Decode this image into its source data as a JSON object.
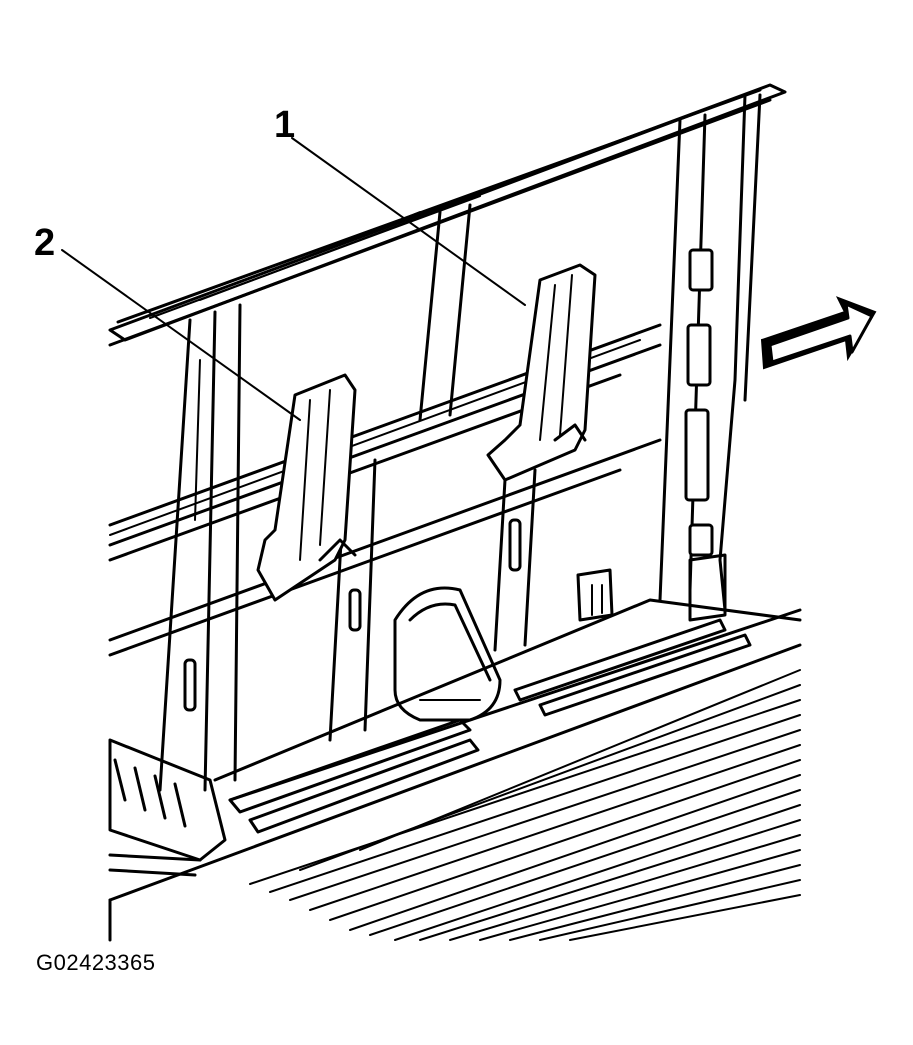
{
  "callouts": [
    {
      "number": "1",
      "part": "trim-panel-1"
    },
    {
      "number": "2",
      "part": "trim-panel-2"
    }
  ],
  "figure_id": "G02423365",
  "icons": {
    "direction_arrow": "front-direction-arrow-icon"
  }
}
